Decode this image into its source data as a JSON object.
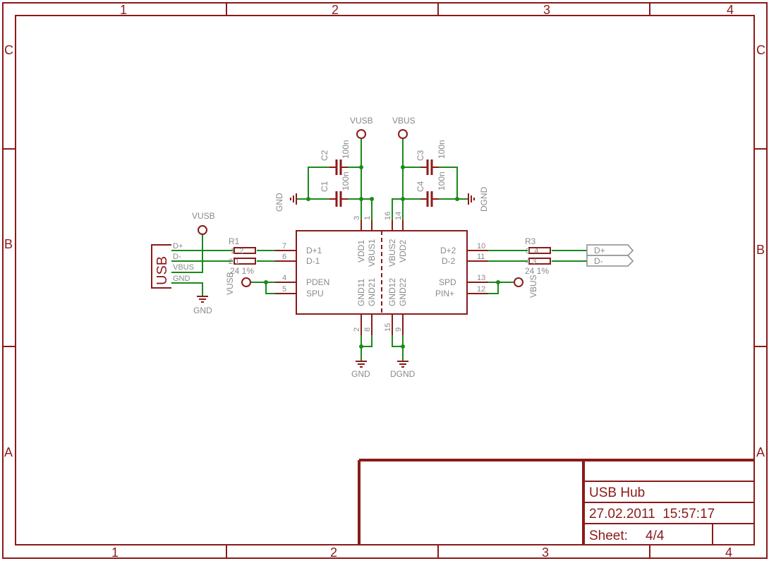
{
  "frame": {
    "columns": [
      "1",
      "2",
      "3",
      "4"
    ],
    "rows": [
      "C",
      "B",
      "A"
    ]
  },
  "title_block": {
    "title": "USB Hub",
    "datetime": "27.02.2011  15:57:17",
    "sheet_label": "Sheet:",
    "sheet_value": "4/4"
  },
  "power": {
    "vusb_top": "VUSB",
    "vbus_top": "VBUS",
    "vusb_left": "VUSB",
    "vusb_pden": "VUSB",
    "vbus_right": "VBUS",
    "gnd_caps": "GND",
    "dgnd_caps": "DGND",
    "gnd_bottom": "GND",
    "dgnd_bottom": "DGND",
    "gnd_usb": "GND"
  },
  "capacitors": [
    {
      "name": "C2",
      "value": "100n"
    },
    {
      "name": "C1",
      "value": "100n"
    },
    {
      "name": "C3",
      "value": "100n"
    },
    {
      "name": "C4",
      "value": "100n"
    }
  ],
  "resistors": [
    {
      "name": "R1",
      "pins": "1  2",
      "value": "24 1%",
      "pins2": "2 1"
    },
    {
      "name": "R3",
      "pins": "3  4",
      "value": "24 1%",
      "pins2": "4 3"
    }
  ],
  "connector": {
    "name": "USB",
    "pins": [
      "D+",
      "D-",
      "VBUS",
      "GND"
    ]
  },
  "chip": {
    "left_pins": [
      {
        "num": "7",
        "label": "D+1"
      },
      {
        "num": "6",
        "label": "D-1"
      },
      {
        "num": "4",
        "label": "PDEN"
      },
      {
        "num": "5",
        "label": "SPU"
      }
    ],
    "right_pins": [
      {
        "num": "10",
        "label": "D+2"
      },
      {
        "num": "11",
        "label": "D-2"
      },
      {
        "num": "13",
        "label": "SPD"
      },
      {
        "num": "12",
        "label": "PIN+"
      }
    ],
    "top_pins": [
      "3",
      "1",
      "16",
      "14"
    ],
    "bottom_pins": [
      "2",
      "8",
      "15",
      "9"
    ],
    "vertical_labels": [
      "VDD1",
      "VBUS1",
      "VBUS2",
      "VDD2",
      "GND11",
      "GND21",
      "GND12",
      "GND22"
    ]
  },
  "outputs": [
    "D+",
    "D-"
  ],
  "colors": {
    "frame": "#8b1a1a",
    "wire": "#1a8a1a",
    "label": "#8a8a8a"
  }
}
